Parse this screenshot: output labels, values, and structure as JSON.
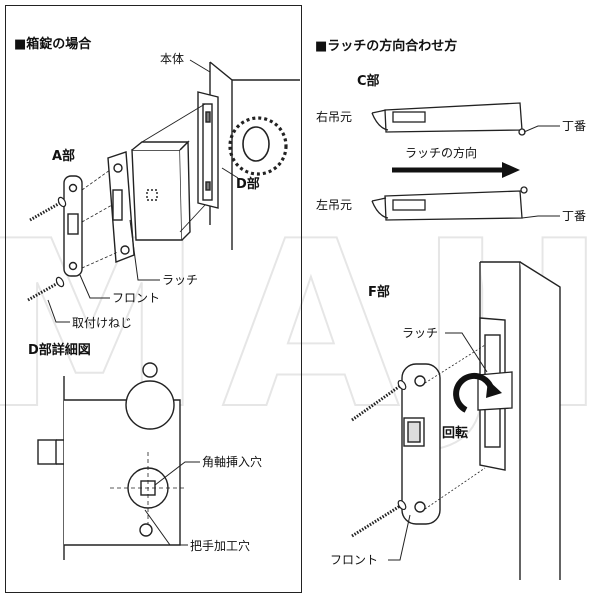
{
  "watermark": "MAJI",
  "left": {
    "heading": "箱錠の場合",
    "labels": {
      "body": "本体",
      "part_a": "A部",
      "part_d": "D部",
      "latch": "ラッチ",
      "front": "フロント",
      "screw": "取付けねじ"
    },
    "detail": {
      "heading": "D部詳細図",
      "spindle_hole": "角軸挿入穴",
      "handle_hole": "把手加工穴"
    }
  },
  "right": {
    "heading": "ラッチの方向合わせ方",
    "part_c": "C部",
    "right_hung": "右吊元",
    "left_hung": "左吊元",
    "hinge": "丁番",
    "latch_direction": "ラッチの方向",
    "part_f": "F部",
    "latch": "ラッチ",
    "rotate": "回転",
    "front": "フロント"
  },
  "colors": {
    "line": "#222222",
    "fill": "#ffffff",
    "shade": "#dddddd",
    "watermark": "#e9e9e9"
  }
}
